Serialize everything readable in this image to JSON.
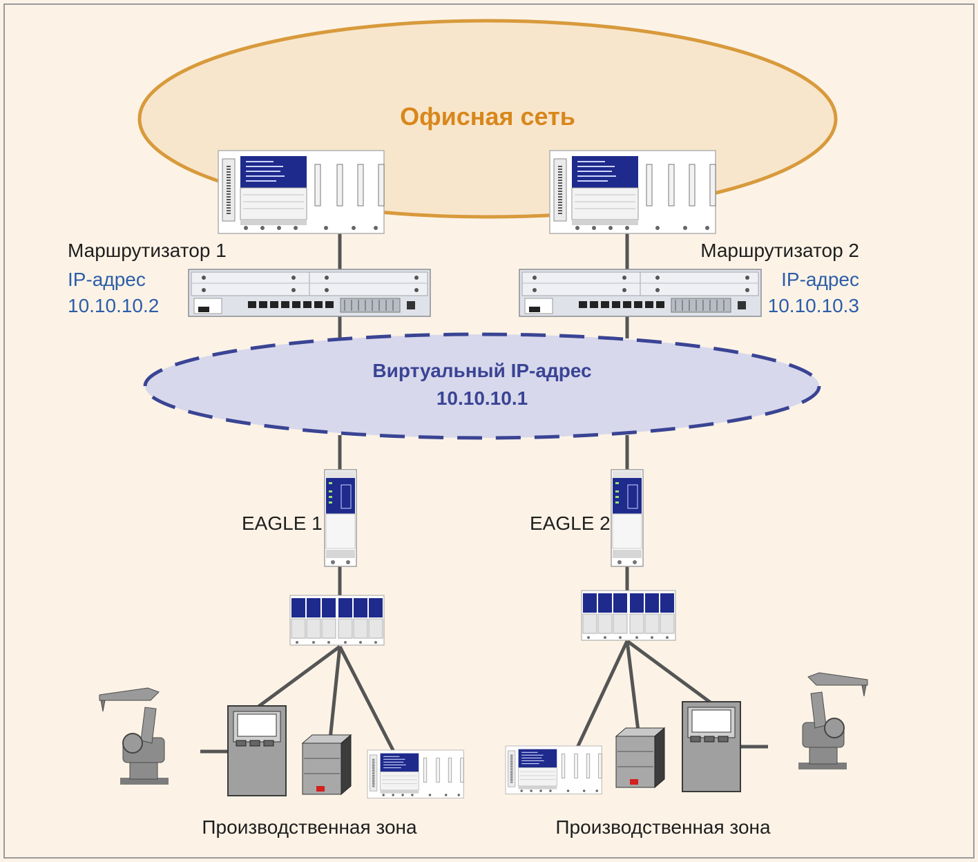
{
  "colors": {
    "background": "#fcf3e6",
    "frame": "#9a9a9a",
    "office_fill": "#f8e6cc",
    "office_stroke": "#d89a3c",
    "office_text": "#d8871c",
    "virtual_fill": "#d8d8ec",
    "virtual_stroke": "#3a4494",
    "virtual_text": "#3a4494",
    "ip_text": "#2d5da8",
    "label_text": "#1e1e1e",
    "link": "#555555",
    "device_blue": "#1e2a8c"
  },
  "office_network": {
    "label": "Офисная сеть"
  },
  "virtual_ip": {
    "label": "Виртуальный IP-адрес",
    "address": "10.10.10.1"
  },
  "routers": [
    {
      "name": "Маршрутизатор 1",
      "ip_label": "IP-адрес",
      "ip": "10.10.10.2"
    },
    {
      "name": "Маршрутизатор 2",
      "ip_label": "IP-адрес",
      "ip": "10.10.10.3"
    }
  ],
  "eagles": [
    {
      "name": "EAGLE 1"
    },
    {
      "name": "EAGLE 2"
    }
  ],
  "zones": [
    {
      "label": "Производственная зона"
    },
    {
      "label": "Производственная зона"
    }
  ]
}
